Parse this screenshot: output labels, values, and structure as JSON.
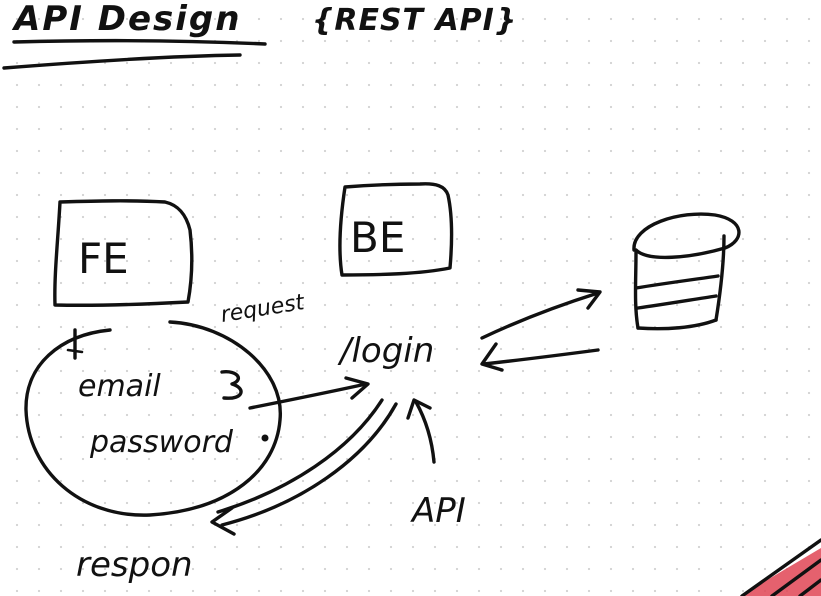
{
  "title": "API Design",
  "subtitle": "{REST API}",
  "nodes": {
    "frontend": "FE",
    "backend": "BE",
    "database": ""
  },
  "endpoint": "/login",
  "labels": {
    "request": "request",
    "response": "respon",
    "api": "API"
  },
  "form": {
    "email": "email",
    "password": "password"
  },
  "colors": {
    "ink": "#111111",
    "background": "#ffffff",
    "grid_dot": "#d4d4d4",
    "corner_accent": "#e04555"
  }
}
